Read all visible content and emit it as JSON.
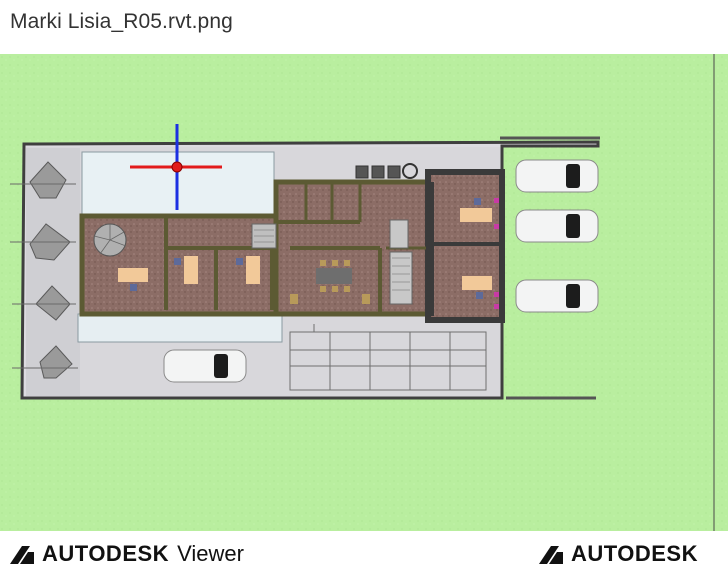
{
  "title_bar": {
    "file_name": "Marki Lisia_R05.rvt.png"
  },
  "footer": {
    "left_brand": "AUTODESK",
    "left_product": "Viewer",
    "right_brand": "AUTODESK"
  },
  "colors": {
    "grass": "#b8ee9c",
    "paving": "#d9d8dc",
    "wall": "#6b6a3a",
    "floor": "#8a6a62",
    "x_axis": "#e21b1b",
    "y_axis": "#1b2fe2"
  },
  "icons": [
    "autodesk-logo-icon",
    "view-gizmo-icon"
  ]
}
